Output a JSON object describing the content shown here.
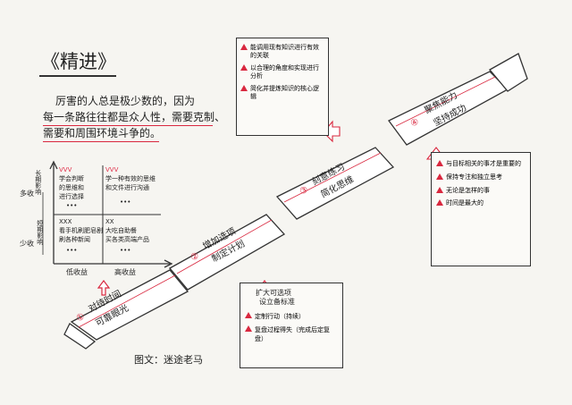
{
  "title": "《精进》",
  "intro": {
    "line1": "厉害的人总是极少数的，因为",
    "line2": "每一条路往往都是众人性，需要克制、",
    "line3": "需要和周围环境斗争的。"
  },
  "matrix": {
    "row_high": "多收",
    "row_low": "少收",
    "axis_long": "长期影响",
    "axis_short": "短期影响",
    "col_low": "低收益",
    "col_high": "高收益",
    "q1_mark": "VVV",
    "q1_title": "学会判断",
    "q1_line2": "的思维和",
    "q1_line3": "进行选择",
    "q1_dots": "•••",
    "q2_title": "学一种有效的思维",
    "q2_line2": "和文件进行沟通",
    "q2_mark": "VVV",
    "q2_dots": "•••",
    "q3_mark": "XXX",
    "q3_title": "看手机刷肥皂剧",
    "q3_line2": "刷各种新闻",
    "q3_dots": "•••",
    "q4_mark": "XX",
    "q4_title": "大吃自助餐",
    "q4_line2": "买各类高端产品",
    "q4_dots": "•••"
  },
  "steps": [
    {
      "num": "①",
      "label1": "对待时间",
      "label2": "可靠眼光"
    },
    {
      "num": "②",
      "label1": "增加选项",
      "label2": "制定计划"
    },
    {
      "num": "③",
      "label1": "刻意练习",
      "label2": "简化思维"
    },
    {
      "num": "④",
      "label1": "聚焦能力",
      "label2": "坚持成功"
    }
  ],
  "box_top": {
    "items": [
      "能调用现有知识进行有效的关联",
      "以合理的角度和实现进行分析",
      "简化并提炼知识的核心逻辑"
    ]
  },
  "box_bottom": {
    "header1": "扩大可选项",
    "header2": "设立备标准",
    "items": [
      "定制行动（持续）",
      "复盘过程得失（完成后定复盘）"
    ]
  },
  "box_right": {
    "items": [
      "与目标相关的事才是重要的",
      "保持专注和独立思考",
      "无论是怎样的事",
      "时间是最大的"
    ]
  },
  "credit": "图文：迷途老马",
  "colors": {
    "ink": "#222222",
    "red": "#d9283f",
    "paper": "#f6f5f1"
  }
}
